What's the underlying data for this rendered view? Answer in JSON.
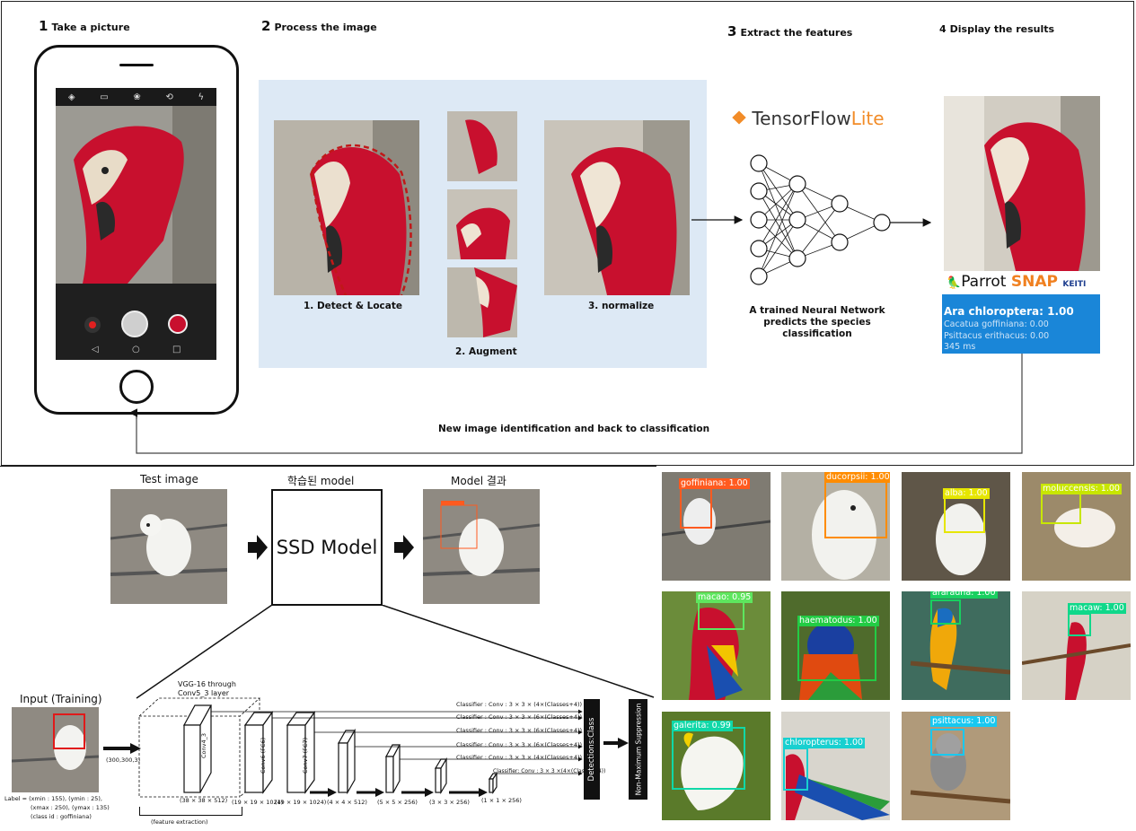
{
  "pipeline": {
    "steps": [
      {
        "num": "1",
        "label": "Take a picture"
      },
      {
        "num": "2",
        "label": "Process the image"
      },
      {
        "num": "3",
        "label": "Extract the features"
      },
      {
        "num": "4",
        "label": "Display the results"
      }
    ],
    "process_captions": {
      "detect": "1. Detect & Locate",
      "augment": "2. Augment",
      "normalize": "3. normalize"
    },
    "tflite_logo": {
      "main": "TensorFlow",
      "suffix": "Lite"
    },
    "nn_caption": "A trained Neural Network predicts the species classification",
    "app_brand": {
      "parrot": "Parrot",
      "snap": "SNAP",
      "org": "KEITI"
    },
    "results": [
      "Ara chloroptera: 1.00",
      "Cacatua goffiniana: 0.00",
      "Psittacus erithacus: 0.00",
      "345 ms"
    ],
    "feedback_caption": "New image identification and back to classification",
    "colors": {
      "process_bg": "#dde9f5",
      "result_bg": "#1a86d8",
      "parrot_red": "#c8102e"
    }
  },
  "ssd": {
    "test_image_caption": "Test image",
    "trained_model_caption": "학습된 model",
    "model_result_caption": "Model 결과",
    "box_label": "SSD Model",
    "input_caption": "Input (Training)",
    "label_text": [
      "Label = (xmin : 155), (ymin : 25),",
      "(xmax : 250), (ymax : 135)",
      "(class id : goffiniana)"
    ],
    "input_dims": "(300,300,3)",
    "vgg_caption": [
      "VGG-16 through",
      "Conv5_3 layer"
    ],
    "layers": [
      {
        "name": "Conv4_3",
        "dims": "(38 × 38 × 512)"
      },
      {
        "name": "Conv6 (FC6)",
        "dims": "(19 × 19 × 1024)"
      },
      {
        "name": "Conv7 (FC7)",
        "dims": "(19 × 19 × 1024)"
      },
      {
        "name": "",
        "dims": "(4 × 4 × 512)"
      },
      {
        "name": "",
        "dims": "(5 × 5 × 256)"
      },
      {
        "name": "",
        "dims": "(3 × 3 × 256)"
      },
      {
        "name": "",
        "dims": "(1 × 1 × 256)"
      }
    ],
    "classifiers": [
      "Classifier : Conv : 3 × 3 × (4×(Classes+4))",
      "Classifier : Conv : 3 × 3 × (6×(Classes+4))",
      "Classifier : Conv : 3 × 3 × (6×(Classes+4))",
      "Classifier : Conv : 3 × 3 × (6×(Classes+4))",
      "Classifier : Conv : 3 × 3 × (4×(Classes+4))",
      "Classifier: Conv : 3 × 3 ×(4×(Classes+4))"
    ],
    "feature_extraction": "(feature extraction)",
    "detections_label": "Detections:Class",
    "nms_label": "Non-Maximum Suppression"
  },
  "detections": [
    {
      "label": "goffiniana: 1.00",
      "color": "#ff5a1f"
    },
    {
      "label": "ducorpsii: 1.00",
      "color": "#ff8c00"
    },
    {
      "label": "alba: 1.00",
      "color": "#e6e600"
    },
    {
      "label": "moluccensis: 1.00",
      "color": "#c8e600"
    },
    {
      "label": "macao: 0.95",
      "color": "#5ee65e"
    },
    {
      "label": "haematodus: 1.00",
      "color": "#22cc44"
    },
    {
      "label": "ararauna: 1.00",
      "color": "#18d060"
    },
    {
      "label": "macaw: 1.00",
      "color": "#10d88a"
    },
    {
      "label": "galerita: 0.99",
      "color": "#10d8a8"
    },
    {
      "label": "chloropterus: 1.00",
      "color": "#18d0d0"
    },
    {
      "label": "psittacus: 1.00",
      "color": "#18c8f0"
    }
  ]
}
